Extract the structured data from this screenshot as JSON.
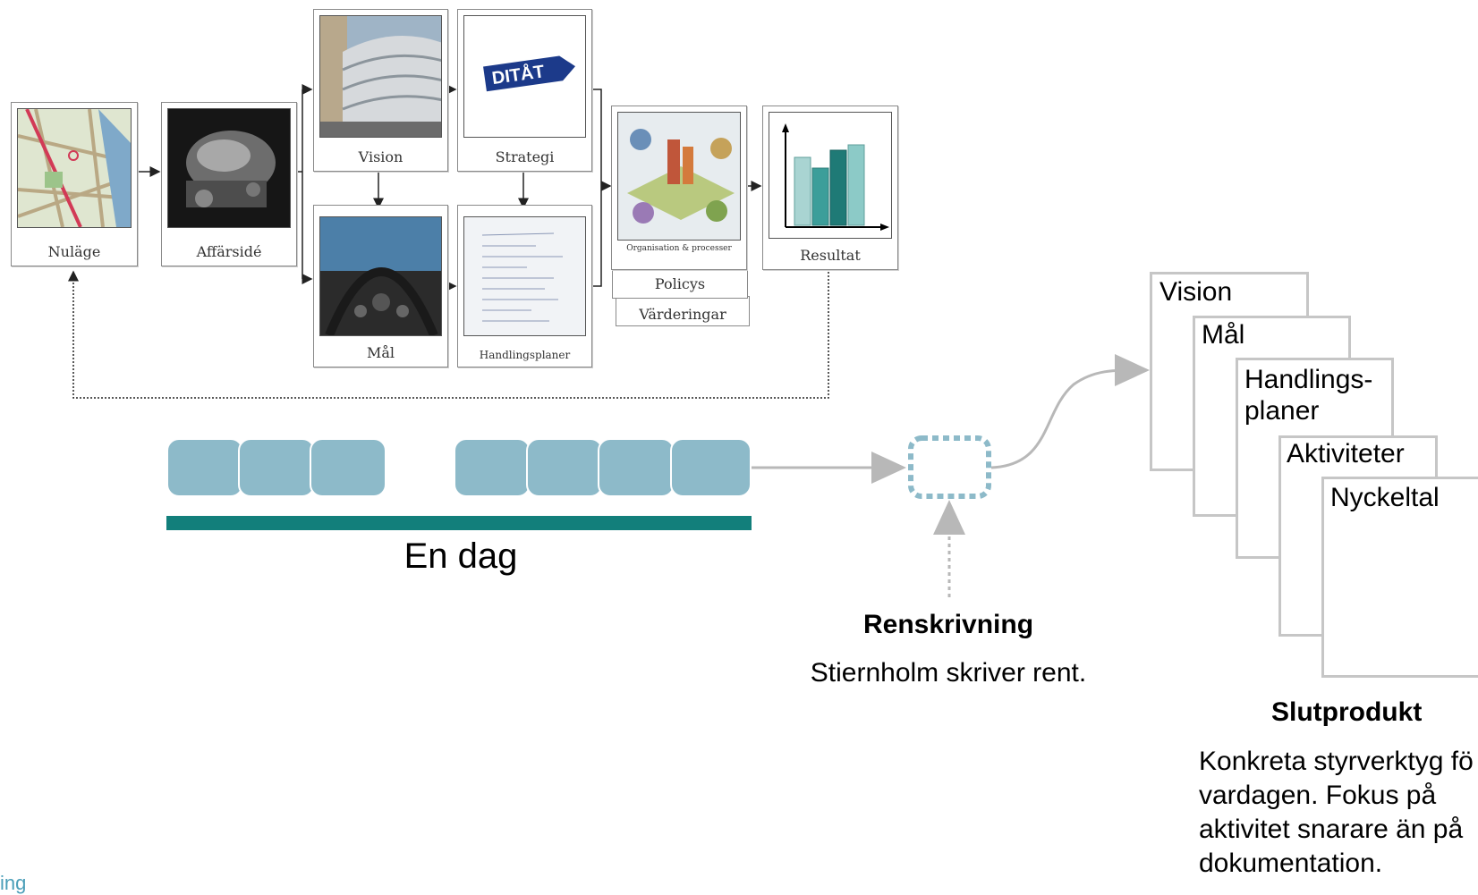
{
  "process": {
    "nulage": "Nuläge",
    "affarside": "Affärsidé",
    "vision": "Vision",
    "strategi": "Strategi",
    "strategi_sign": "DITÅT",
    "mal": "Mål",
    "handlingsplaner": "Handlingsplaner",
    "organisation": "Organisation & processer",
    "policys": "Policys",
    "varderingar": "Värderingar",
    "resultat": "Resultat"
  },
  "timeline": {
    "label": "En dag"
  },
  "renskrivning": {
    "title": "Renskrivning",
    "text": "Stiernholm skriver rent."
  },
  "documents": {
    "vision": "Vision",
    "mal": "Mål",
    "handlingsplaner": "Handlings-\nplaner",
    "aktiviteter": "Aktiviteter",
    "nyckeltal": "Nyckeltal"
  },
  "slutprodukt": {
    "title": "Slutprodukt",
    "text": "Konkreta styrverktyg fö\nvardagen. Fokus på\naktivitet snarare än på\ndokumentation."
  },
  "footer": {
    "text": "ing"
  },
  "colors": {
    "timeline_bar": "#127f7b",
    "segments": "#8dbac9",
    "resultat_bars": "#6fb7b7"
  }
}
